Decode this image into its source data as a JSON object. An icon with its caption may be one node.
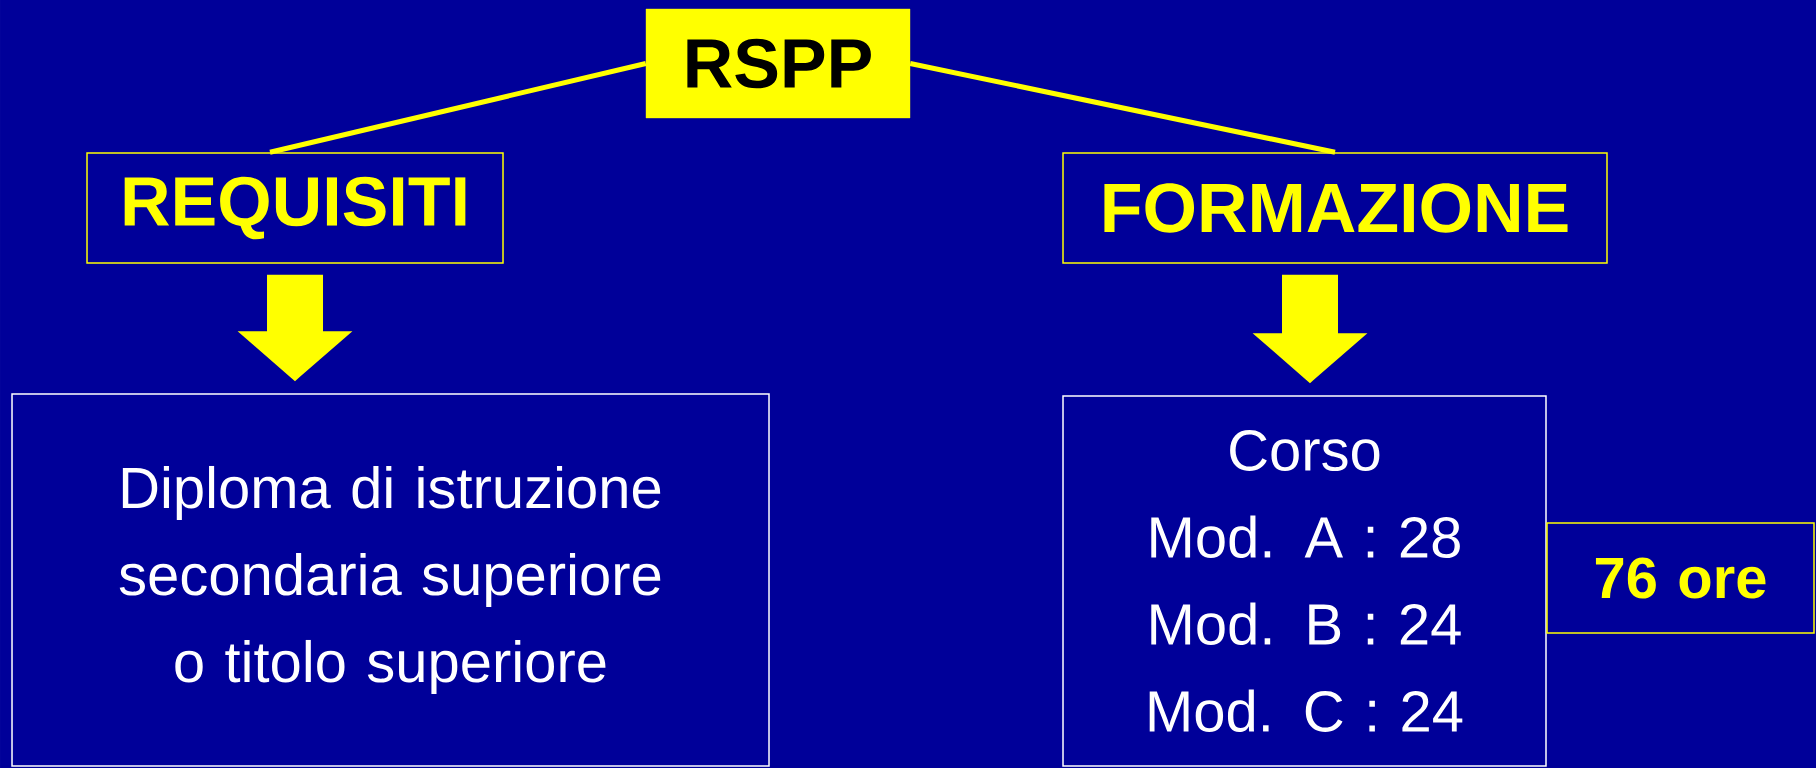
{
  "diagram": {
    "nodes": [
      {
        "text": [
          "RSPP"
        ]
      },
      {
        "text": [
          "REQUISITI"
        ]
      },
      {
        "text": [
          "FORMAZIONE"
        ]
      },
      {
        "text": [
          "Diploma di istruzione secondaria superiore o titolo superiore"
        ]
      },
      {
        "text": [
          "Corso",
          "Mod. A : 28",
          "Mod. B : 24",
          "Mod. C : 24"
        ]
      },
      {
        "text": [
          "76 ore"
        ]
      }
    ],
    "edges": [
      {
        "from": 0,
        "to": 1,
        "arrow": "none"
      },
      {
        "from": 0,
        "to": 2,
        "arrow": "none"
      },
      {
        "from": 1,
        "to": 3,
        "arrow": "to",
        "style": "thick"
      },
      {
        "from": 2,
        "to": 4,
        "arrow": "to",
        "style": "thick"
      }
    ]
  }
}
